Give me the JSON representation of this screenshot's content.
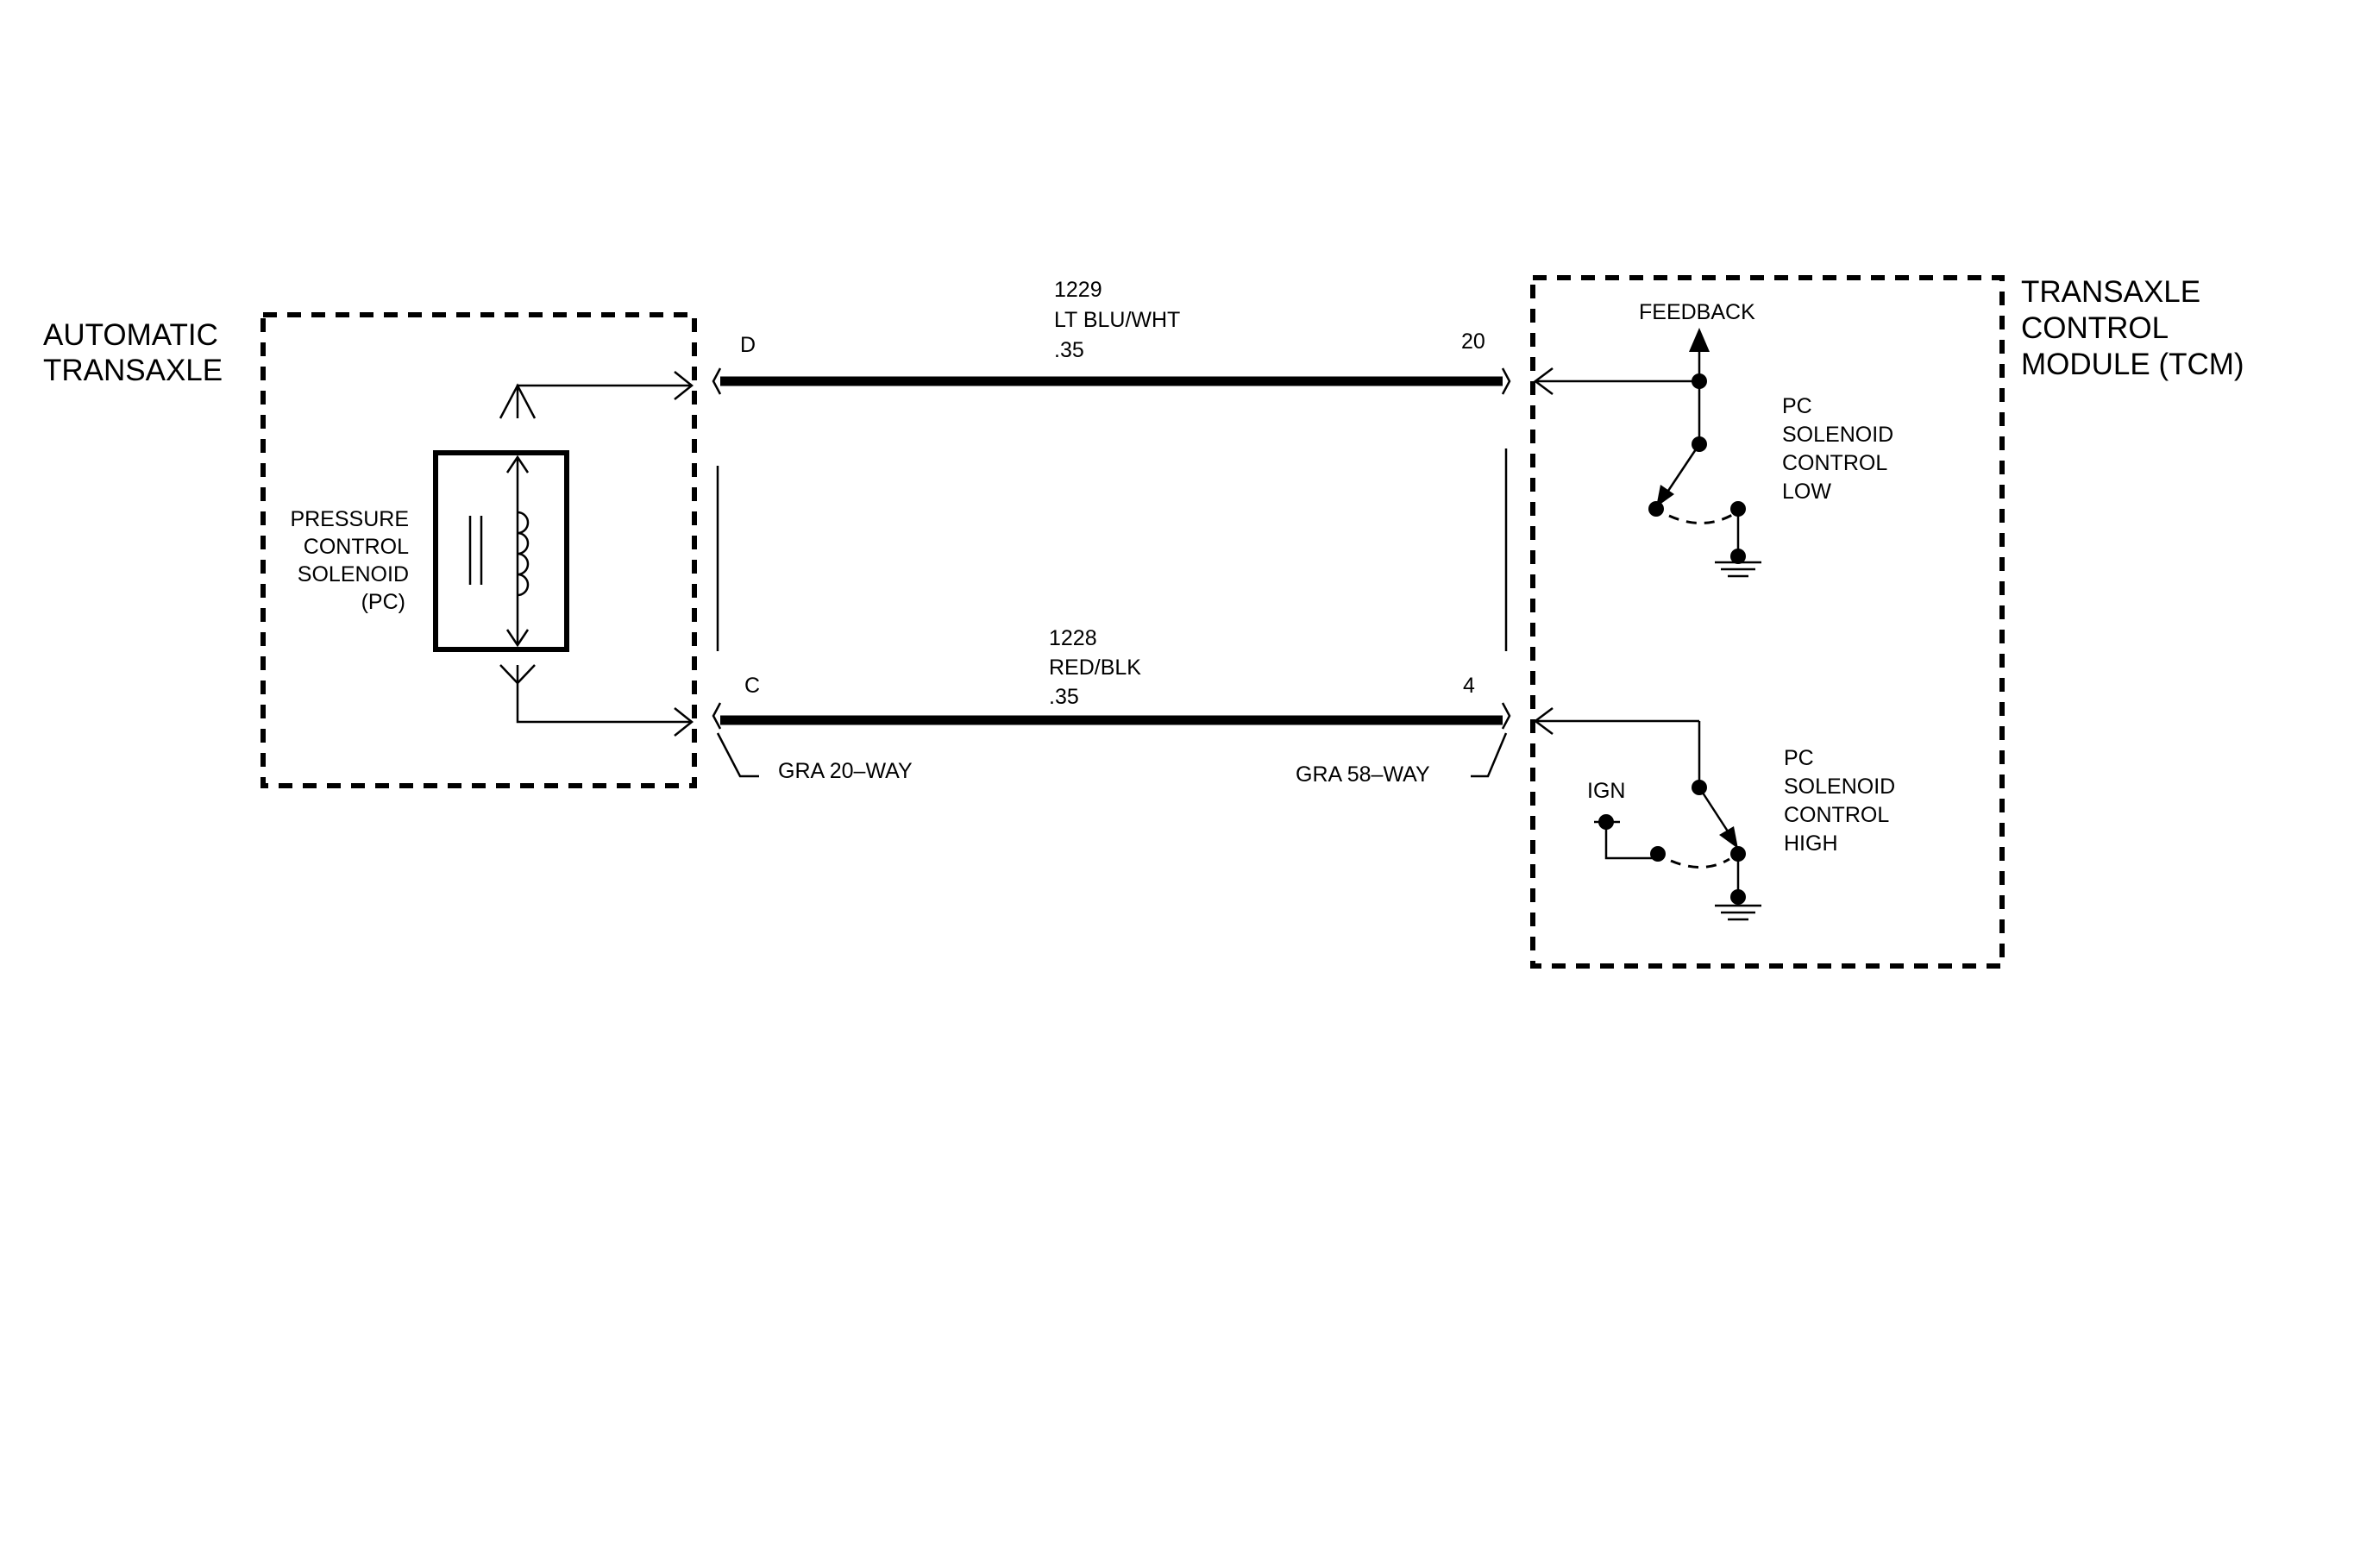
{
  "components": {
    "automatic_transaxle": {
      "line1": "AUTOMATIC",
      "line2": "TRANSAXLE"
    },
    "tcm": {
      "line1": "TRANSAXLE",
      "line2": "CONTROL",
      "line3": "MODULE (TCM)"
    },
    "solenoid": {
      "line1": "PRESSURE",
      "line2": "CONTROL",
      "line3": "SOLENOID",
      "line4": "(PC)"
    }
  },
  "wires": [
    {
      "circuit": "1229",
      "color": "LT BLU/WHT",
      "gauge": ".35",
      "pin_left": "D",
      "pin_right": "20"
    },
    {
      "circuit": "1228",
      "color": "RED/BLK",
      "gauge": ".35",
      "pin_left": "C",
      "pin_right": "4"
    }
  ],
  "connectors": {
    "left": "GRA 20–WAY",
    "right": "GRA 58–WAY"
  },
  "switches": {
    "feedback": "FEEDBACK",
    "low": {
      "line1": "PC",
      "line2": "SOLENOID",
      "line3": "CONTROL",
      "line4": "LOW"
    },
    "high": {
      "line1": "PC",
      "line2": "SOLENOID",
      "line3": "CONTROL",
      "line4": "HIGH"
    },
    "ign": "IGN"
  }
}
